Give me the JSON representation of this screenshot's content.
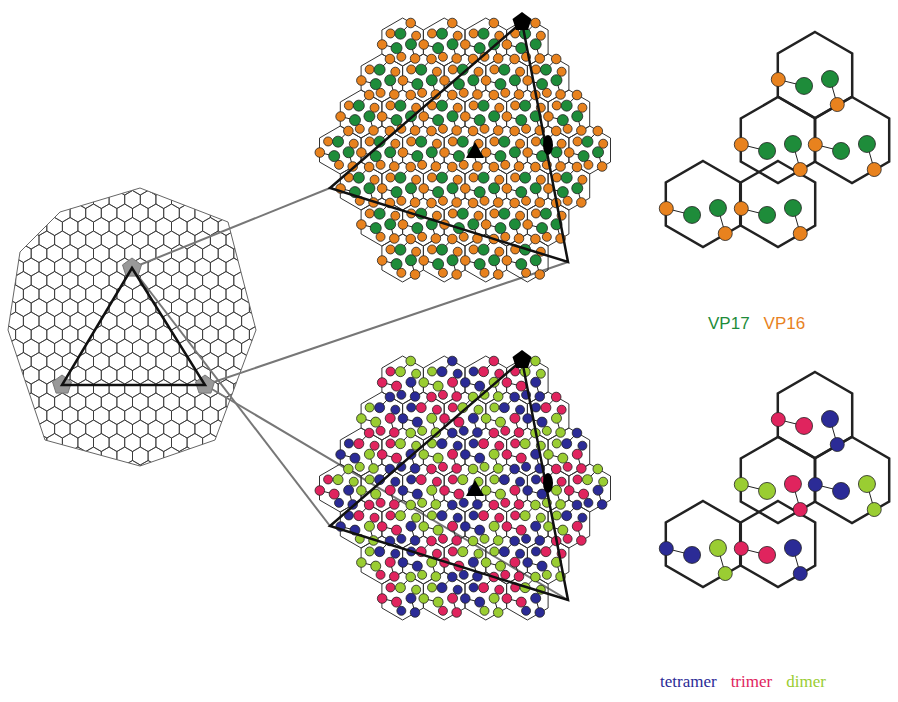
{
  "diagram": {
    "legend": [
      {
        "text": "VP17",
        "color": "#1e8c3a"
      },
      {
        "text": "VP16",
        "color": "#e8821e"
      },
      {
        "text": "tetramer",
        "color": "#2b2b96"
      },
      {
        "text": "trimer",
        "color": "#e0245e"
      },
      {
        "text": "dimer",
        "color": "#9acd32"
      }
    ]
  }
}
